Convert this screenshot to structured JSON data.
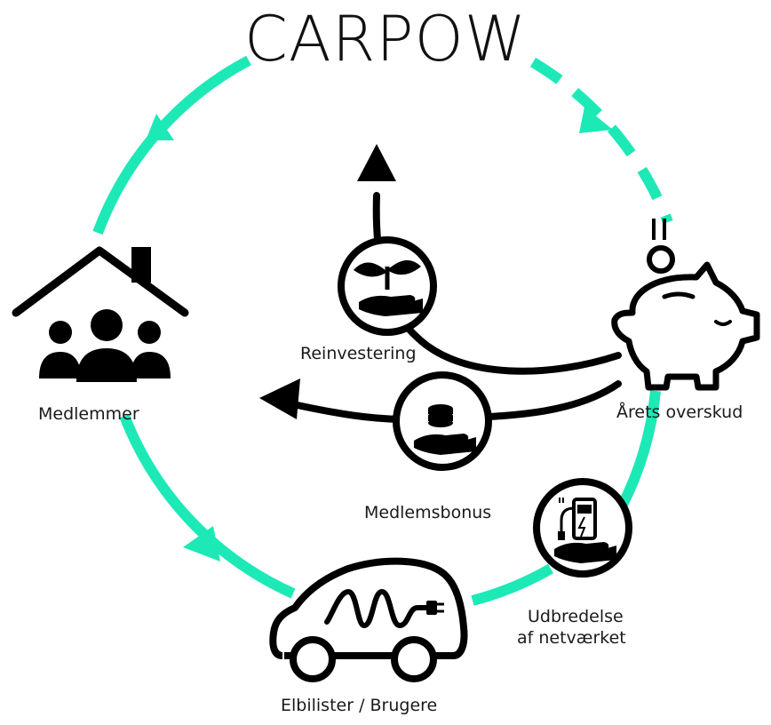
{
  "title": "CARPOW",
  "nodes": {
    "members": "Medlemmer",
    "surplus": "Årets overskud",
    "users": "Elbilister / Brugere",
    "reinvest": "Reinvestering",
    "bonus": "Medlemsbonus",
    "expansion_line1": "Udbredelse",
    "expansion_line2": "af netværket"
  },
  "colors": {
    "cycle": "#1de9b6",
    "ink": "#000000",
    "text": "#1a1a1a"
  },
  "icons": {
    "members": "house-people-icon",
    "surplus": "piggy-bank-icon",
    "users": "electric-car-icon",
    "reinvest": "plant-in-hand-icon",
    "bonus": "coins-in-hand-icon",
    "expansion": "charger-in-hand-icon"
  }
}
